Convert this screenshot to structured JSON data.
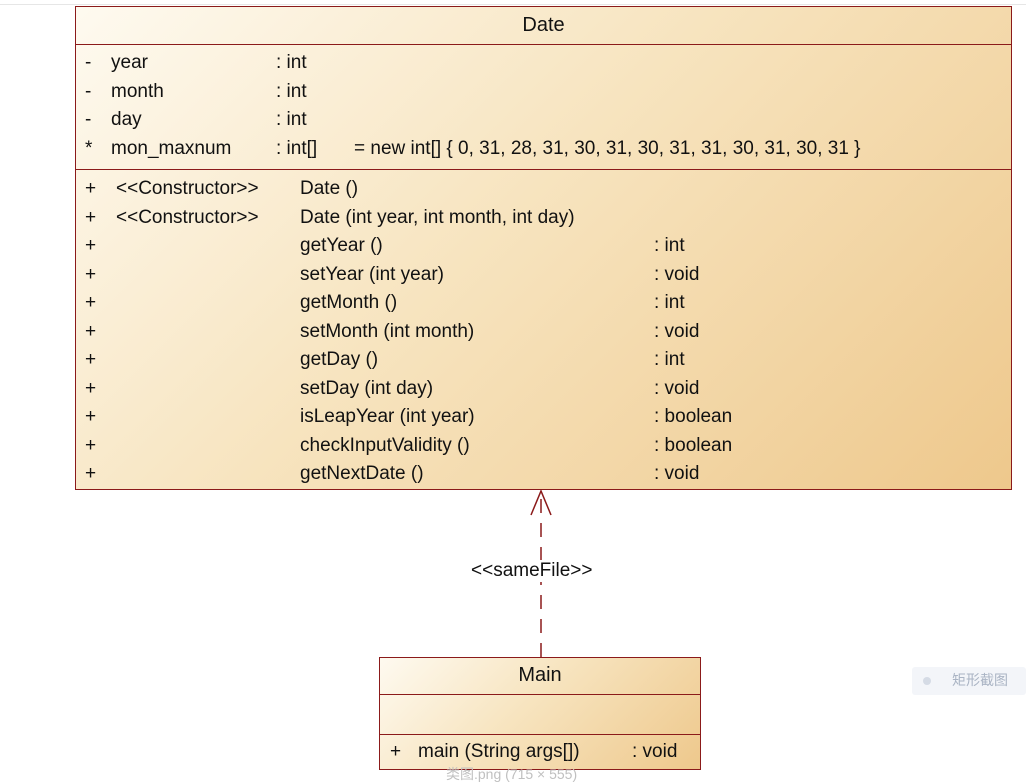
{
  "date_class": {
    "name": "Date",
    "attributes": [
      {
        "vis": "-",
        "name": "year",
        "type": ": int",
        "init": ""
      },
      {
        "vis": "-",
        "name": "month",
        "type": ": int",
        "init": ""
      },
      {
        "vis": "-",
        "name": "day",
        "type": ": int",
        "init": ""
      },
      {
        "vis": "*",
        "name": "mon_maxnum",
        "type": ": int[]",
        "init": "= new int[] { 0, 31, 28, 31, 30, 31, 30, 31, 31, 30, 31, 30, 31 }"
      }
    ],
    "operations": [
      {
        "vis": "+",
        "stereotype": "<<Constructor>>",
        "signature": "Date ()",
        "ret": ""
      },
      {
        "vis": "+",
        "stereotype": "<<Constructor>>",
        "signature": "Date (int year, int month, int day)",
        "ret": ""
      },
      {
        "vis": "+",
        "stereotype": "",
        "signature": "getYear ()",
        "ret": ": int"
      },
      {
        "vis": "+",
        "stereotype": "",
        "signature": "setYear (int year)",
        "ret": ": void"
      },
      {
        "vis": "+",
        "stereotype": "",
        "signature": "getMonth ()",
        "ret": ": int"
      },
      {
        "vis": "+",
        "stereotype": "",
        "signature": "setMonth (int month)",
        "ret": ": void"
      },
      {
        "vis": "+",
        "stereotype": "",
        "signature": "getDay ()",
        "ret": ": int"
      },
      {
        "vis": "+",
        "stereotype": "",
        "signature": "setDay (int day)",
        "ret": ": void"
      },
      {
        "vis": "+",
        "stereotype": "",
        "signature": "isLeapYear (int year)",
        "ret": ": boolean"
      },
      {
        "vis": "+",
        "stereotype": "",
        "signature": "checkInputValidity ()",
        "ret": ": boolean"
      },
      {
        "vis": "+",
        "stereotype": "",
        "signature": "getNextDate ()",
        "ret": ": void"
      }
    ]
  },
  "main_class": {
    "name": "Main",
    "operations": [
      {
        "vis": "+",
        "signature": "main (String args[])",
        "ret": ": void"
      }
    ]
  },
  "dependency": {
    "stereotype": "<<sameFile>>",
    "from": "Main",
    "to": "Date"
  },
  "colors": {
    "border": "#8b1a1a",
    "fill_light": "#fefaf0",
    "fill_dark": "#eec88c"
  },
  "overlay": {
    "badge_text": "矩形截图",
    "caption": "类图.png (715 × 555)"
  }
}
